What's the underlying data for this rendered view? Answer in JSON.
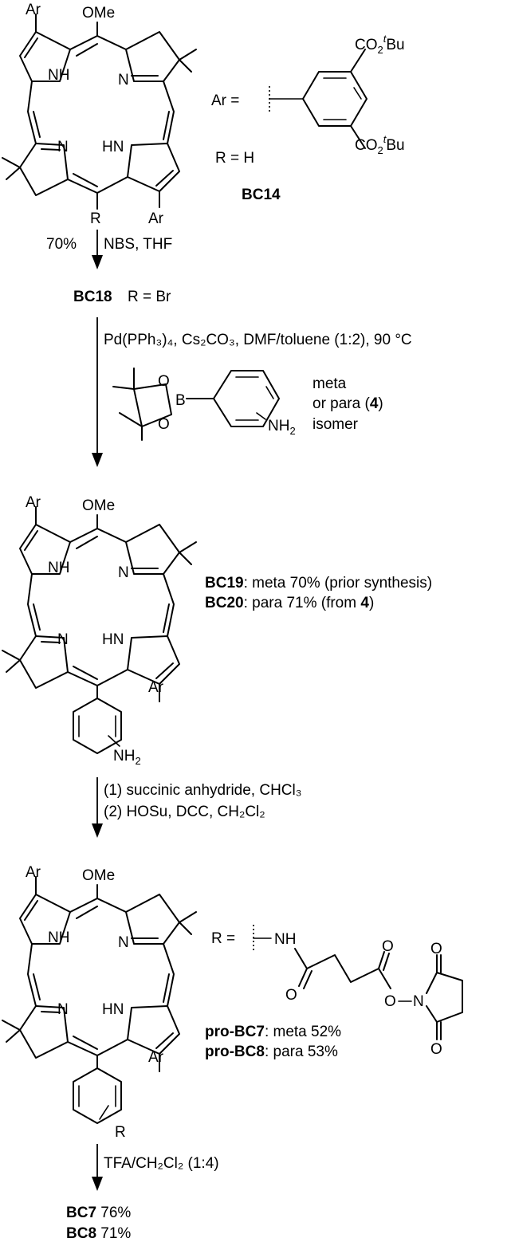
{
  "atoms": {
    "ar": "Ar",
    "ome": "OMe",
    "nh": "NH",
    "n": "N",
    "hn": "HN",
    "r": "R",
    "nh2": "NH",
    "o": "O",
    "b": "B"
  },
  "ar_definition": {
    "prefix": "Ar =",
    "ester_top": "CO",
    "ester_sub": "2",
    "ester_sup": "t",
    "ester_tail": "Bu"
  },
  "r_h": "R = H",
  "compound_bc14": "BC14",
  "step1": {
    "yield": "70%",
    "reagents": "NBS, THF"
  },
  "bc18": {
    "name": "BC18",
    "r_def": "R = Br"
  },
  "step2": {
    "conditions": "Pd(PPh₃)₄, Cs₂CO₃, DMF/toluene (1:2), 90 °C",
    "isomer_line1": "meta",
    "isomer_line2_pre": "or para (",
    "isomer_line2_num": "4",
    "isomer_line2_post": ")",
    "isomer_line3": "isomer"
  },
  "products_bc19_bc20": {
    "bc19_name": "BC19",
    "bc19_text": ": meta 70% (prior synthesis)",
    "bc20_name": "BC20",
    "bc20_text_pre": ": para 71% (from ",
    "bc20_num": "4",
    "bc20_text_post": ")"
  },
  "step3": {
    "line1": "(1) succinic anhydride, CHCl₃",
    "line2": "(2) HOSu, DCC, CH₂Cl₂"
  },
  "r_linker": {
    "prefix": "R =",
    "nh": "NH",
    "o": "O"
  },
  "products_pro": {
    "bc7_name": "pro-BC7",
    "bc7_text": ": meta 52%",
    "bc8_name": "pro-BC8",
    "bc8_text": ": para 53%"
  },
  "step4": {
    "reagents": "TFA/CH₂Cl₂ (1:4)"
  },
  "final": {
    "bc7_name": "BC7",
    "bc7_yield": " 76%",
    "bc8_name": "BC8",
    "bc8_yield": " 71%"
  }
}
